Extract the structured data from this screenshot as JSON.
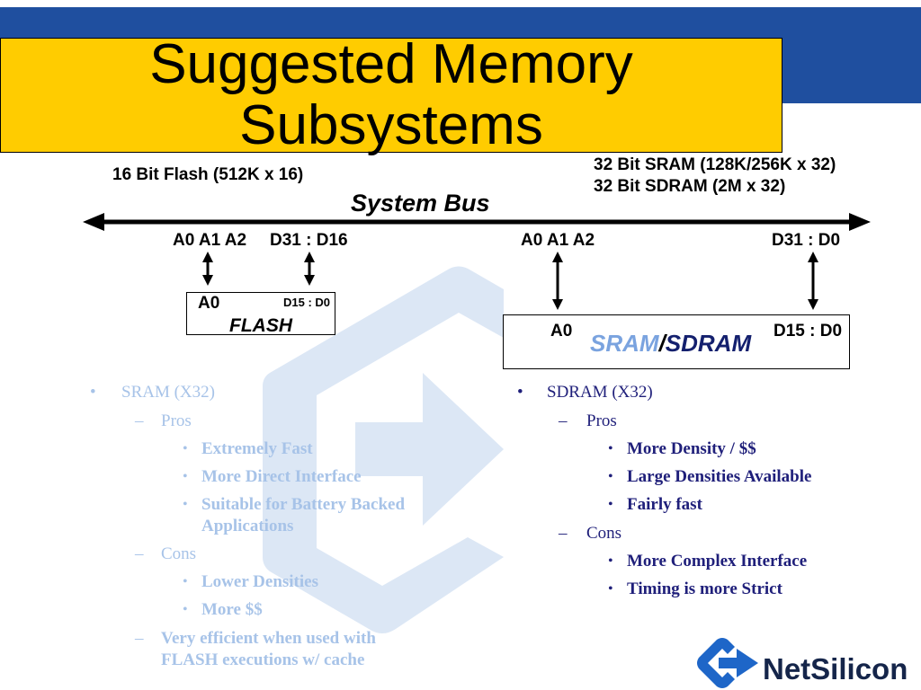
{
  "title": {
    "line1": "Suggested Memory",
    "line2": "Subsystems"
  },
  "diagram": {
    "flash_caption": "16 Bit Flash (512K x 16)",
    "ram_caption_line1": "32 Bit SRAM (128K/256K x 32)",
    "ram_caption_line2": "32 Bit SDRAM (2M x 32)",
    "bus_label": "System Bus",
    "flash_address_pins": "A0 A1 A2",
    "flash_data_pins": "D31 : D16",
    "ram_address_pins": "A0 A1 A2",
    "ram_data_pins": "D31 : D0",
    "flash_box": {
      "address_pin": "A0",
      "data_pins": "D15 : D0",
      "name": "FLASH"
    },
    "ram_box": {
      "address_pin": "A0",
      "name_sram": "SRAM",
      "separator": "/",
      "name_sdram": "SDRAM",
      "data_pins": "D15 : D0"
    }
  },
  "left_list": {
    "items": [
      {
        "marker": "•",
        "text": "SRAM (X32)"
      },
      {
        "marker": "–",
        "text": "Pros"
      },
      {
        "marker": "•",
        "text": "Extremely Fast"
      },
      {
        "marker": "•",
        "text": "More Direct Interface"
      },
      {
        "marker": "•",
        "text": "Suitable for Battery Backed Applications"
      },
      {
        "marker": "–",
        "text": "Cons"
      },
      {
        "marker": "•",
        "text": "Lower Densities"
      },
      {
        "marker": "•",
        "text": "More $$"
      },
      {
        "marker": "–",
        "text": "Very efficient when used with FLASH executions w/ cache"
      }
    ]
  },
  "right_list": {
    "items": [
      {
        "marker": "•",
        "text": "SDRAM (X32)"
      },
      {
        "marker": "–",
        "text": "Pros"
      },
      {
        "marker": "•",
        "text": "More Density / $$"
      },
      {
        "marker": "•",
        "text": "Large Densities Available"
      },
      {
        "marker": "•",
        "text": "Fairly fast"
      },
      {
        "marker": "–",
        "text": "Cons"
      },
      {
        "marker": "•",
        "text": "More Complex Interface"
      },
      {
        "marker": "•",
        "text": "Timing is more Strict"
      }
    ]
  },
  "logo": {
    "icon": "netsilicon-logo-icon",
    "text": "NetSilicon"
  },
  "watermark": {
    "icon": "netsilicon-logo-watermark"
  },
  "colors": {
    "header_blue": "#1f4f9f",
    "title_yellow": "#ffcc00",
    "left_text": "#a7c3e8",
    "right_text": "#1f1f7a",
    "watermark": "#dce7f5",
    "sram_label": "#7aa3df",
    "sdram_label": "#14206e",
    "logo_blue": "#1e66c8"
  }
}
